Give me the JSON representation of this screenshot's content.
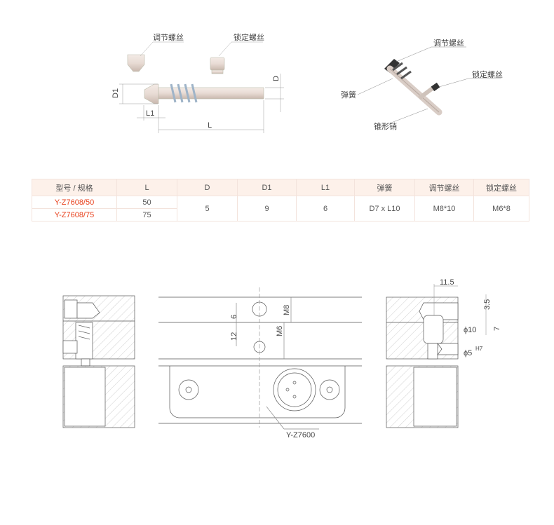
{
  "top_left_drawing": {
    "labels": {
      "adjust_screw": "调节螺丝",
      "lock_screw": "锁定螺丝",
      "D": "D",
      "D1": "D1",
      "L1": "L1",
      "L": "L"
    }
  },
  "top_right_drawing": {
    "labels": {
      "adjust_screw": "调节螺丝",
      "lock_screw": "锁定螺丝",
      "spring": "弹簧",
      "taper_pin": "锥形销"
    }
  },
  "spec_table": {
    "headers": [
      "型号 / 规格",
      "L",
      "D",
      "D1",
      "L1",
      "弹簧",
      "调节螺丝",
      "锁定螺丝"
    ],
    "rows": [
      {
        "model": "Y-Z7608/50",
        "L": "50"
      },
      {
        "model": "Y-Z7608/75",
        "L": "75"
      }
    ],
    "shared": {
      "D": "5",
      "D1": "9",
      "L1": "6",
      "spring": "D7 x L10",
      "adjust_screw": "M8*10",
      "lock_screw": "M6*8"
    }
  },
  "bottom_drawing": {
    "dims": {
      "m8": "M8",
      "m6": "M6",
      "six": "6",
      "twelve": "12",
      "eleven_five": "11.5",
      "three_five": "3.5",
      "phi10": "ϕ10",
      "seven": "7",
      "phi5": "ϕ5",
      "h7": "H7"
    },
    "part_label": "Y-Z7600"
  },
  "colors": {
    "accent": "#e8401c",
    "header_bg": "#fdf1ea",
    "border": "#f3e3dc"
  }
}
